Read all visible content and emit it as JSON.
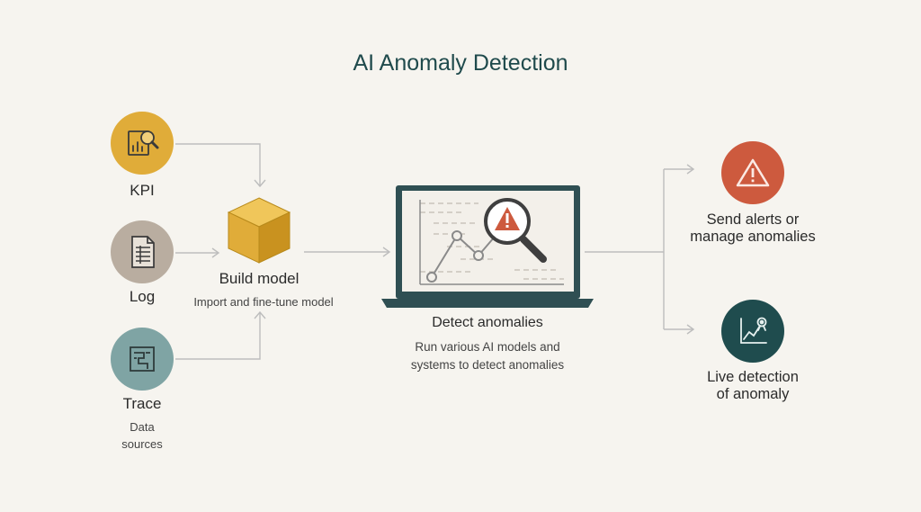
{
  "title": "AI Anomaly Detection",
  "sources": {
    "kpi": {
      "label": "KPI",
      "color": "#e0ac39"
    },
    "log": {
      "label": "Log",
      "color": "#b9ada0"
    },
    "trace": {
      "label": "Trace",
      "color": "#7fa4a4"
    },
    "caption": {
      "line1": "Data",
      "line2": "sources"
    }
  },
  "build": {
    "title": "Build model",
    "description": "Import and fine-tune model",
    "color": "#e0ae3b"
  },
  "detect": {
    "title": "Detect anomalies",
    "description_line1": "Run various AI models and",
    "description_line2": "systems to detect anomalies",
    "frame_color": "#2f4f53"
  },
  "outputs": {
    "alerts": {
      "line1": "Send alerts or",
      "line2": "manage anomalies",
      "color": "#cd5a3e"
    },
    "live": {
      "line1": "Live detection",
      "line2": "of anomaly",
      "color": "#1f4c4e"
    }
  },
  "icons": {
    "kpi": "magnifier-chart-icon",
    "log": "document-table-icon",
    "trace": "trace-flow-icon",
    "build": "cube-icon",
    "detect": "laptop-magnifier-alert-icon",
    "alerts": "warning-triangle-icon",
    "live": "line-chart-pin-icon"
  }
}
